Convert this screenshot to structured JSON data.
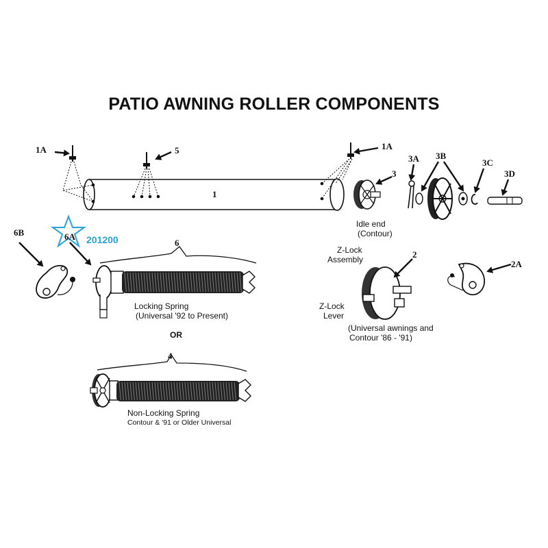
{
  "title": "PATIO AWNING ROLLER COMPONENTS",
  "callouts": {
    "c1a_left": "1A",
    "c5": "5",
    "c1a_right": "1A",
    "c1": "1",
    "c3": "3",
    "c3a": "3A",
    "c3b": "3B",
    "c3c": "3C",
    "c3d": "3D",
    "c6b": "6B",
    "c6a": "6A",
    "c6": "6",
    "c2": "2",
    "c2a": "2A",
    "c4": "4"
  },
  "labels": {
    "idle_end_line1": "Idle end",
    "idle_end_line2": "(Contour)",
    "zlock_assembly_line1": "Z-Lock",
    "zlock_assembly_line2": "Assembly",
    "zlock_lever_line1": "Z-Lock",
    "zlock_lever_line2": "Lever",
    "universal_line1": "(Universal awnings and",
    "universal_line2": "Contour '86 - '91)",
    "locking_spring_line1": "Locking Spring",
    "locking_spring_line2": "(Universal '92 to Present)",
    "or": "OR",
    "nonlocking_line1": "Non-Locking Spring",
    "nonlocking_line2": "Contour & '91 or Older Universal"
  },
  "highlight": {
    "part_number": "201200",
    "color": "#29a3d6"
  },
  "colors": {
    "ink": "#111111",
    "highlight": "#29a3d6"
  },
  "icons": {
    "highlight_marker": "star-outline-icon"
  }
}
